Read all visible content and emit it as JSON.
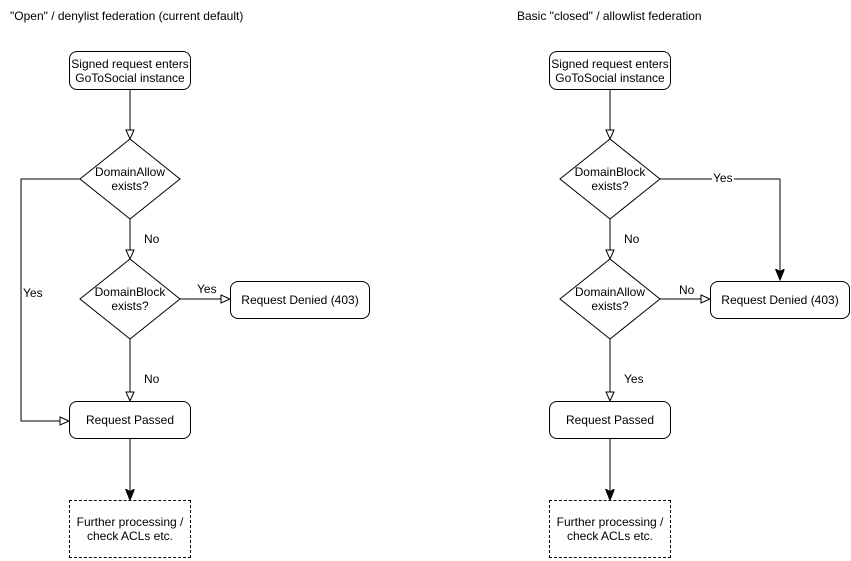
{
  "colors": {
    "stroke": "#000000",
    "fill": "#ffffff",
    "text": "#000000"
  },
  "left_chart": {
    "title": "\"Open\" / denylist federation (current default)",
    "nodes": {
      "start": "Signed request enters\nGoToSocial instance",
      "decision_allow": "DomainAllow\nexists?",
      "decision_block": "DomainBlock\nexists?",
      "denied": "Request Denied (403)",
      "passed": "Request Passed",
      "further": "Further processing /\ncheck ACLs etc."
    },
    "labels": {
      "allow_yes": "Yes",
      "allow_no": "No",
      "block_yes": "Yes",
      "block_no": "No"
    }
  },
  "right_chart": {
    "title": "Basic \"closed\" / allowlist federation",
    "nodes": {
      "start": "Signed request enters\nGoToSocial instance",
      "decision_block": "DomainBlock\nexists?",
      "decision_allow": "DomainAllow\nexists?",
      "denied": "Request Denied (403)",
      "passed": "Request Passed",
      "further": "Further processing /\ncheck ACLs etc."
    },
    "labels": {
      "block_yes": "Yes",
      "block_no": "No",
      "allow_no": "No",
      "allow_yes": "Yes"
    }
  }
}
